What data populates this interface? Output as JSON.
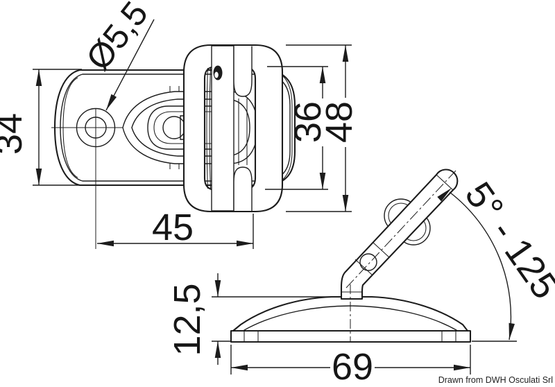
{
  "drawing": {
    "kind": "technical-dimension-drawing",
    "dimensions": {
      "hole_diameter": "Ø5,5",
      "plate_height": "34",
      "frame_inner_height": "36",
      "frame_outer_height": "48",
      "hole_to_frame_distance": "45",
      "base_height": "12,5",
      "base_length": "69",
      "swivel_angle_range": "5° - 125°"
    },
    "credit": "Drawn from DWH Osculati Srl",
    "colors": {
      "line": "#1c1c1c",
      "background": "#ffffff"
    }
  }
}
